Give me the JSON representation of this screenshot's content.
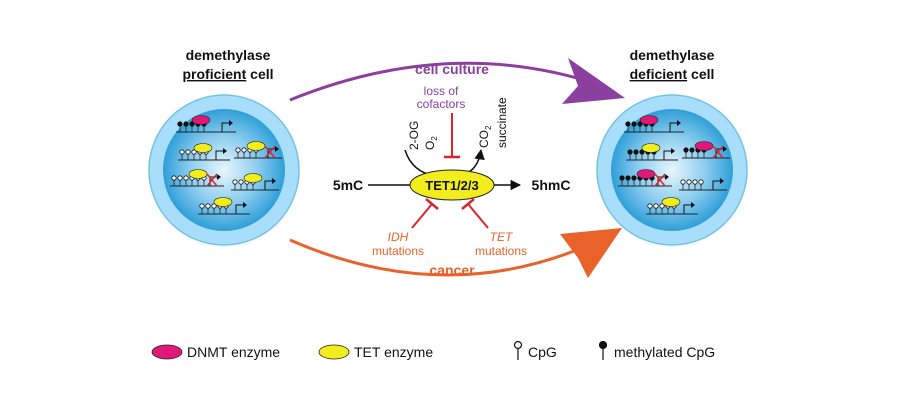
{
  "left_cell": {
    "line1": "demethylase",
    "line2": "proficient",
    "line3": " cell"
  },
  "right_cell": {
    "line1": "demethylase",
    "line2": "deficient",
    "line3": " cell"
  },
  "top_arrow_label": "cell culture",
  "bottom_arrow_label": "cancer",
  "cofactors": {
    "line1": "loss of",
    "line2": "cofactors"
  },
  "inputs": {
    "og": "2-OG",
    "o2": "O",
    "o2_sub": "2"
  },
  "outputs": {
    "co2": "CO",
    "co2_sub": "2",
    "succinate": "succinate"
  },
  "substrate": "5mC",
  "enzyme": "TET1/2/3",
  "product": "5hmC",
  "idh": {
    "line1": "IDH",
    "line2": "mutations"
  },
  "tet": {
    "line1": "TET",
    "line2": "mutations"
  },
  "legend": {
    "dnmt": "DNMT enzyme",
    "tet": "TET enzyme",
    "cpg": "CpG",
    "mcpg": "methylated CpG"
  },
  "colors": {
    "purple": "#8b3f9e",
    "orange": "#e8622a",
    "magenta": "#e0187a",
    "yellow": "#f2ee1d",
    "cell_outer": "#8fd2f2",
    "cell_inner": "#3aa9df",
    "red": "#d8242e"
  }
}
